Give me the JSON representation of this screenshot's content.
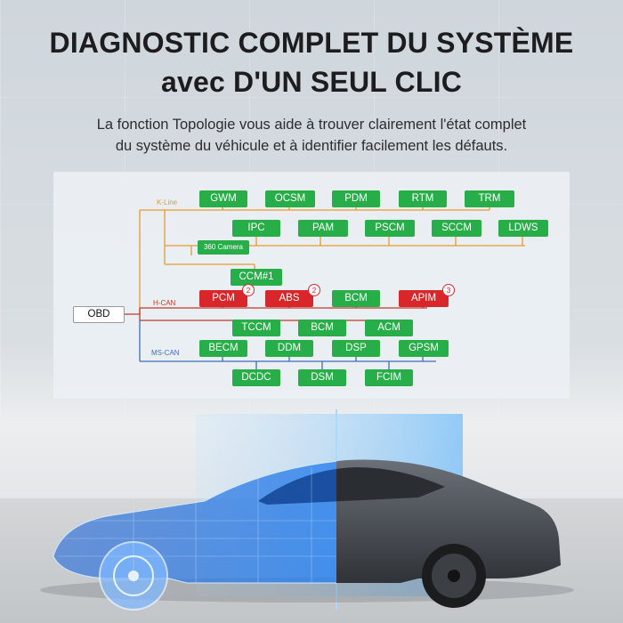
{
  "header": {
    "title_line1": "DIAGNOSTIC COMPLET DU SYSTÈME",
    "title_line2": "avec D'UN SEUL CLIC",
    "subtitle_line1": "La fonction Topologie vous aide à trouver clairement l'état complet",
    "subtitle_line2": "du système du véhicule et à identifier facilement les défauts."
  },
  "topology": {
    "root": "OBD",
    "buses": {
      "kline": "K-Line",
      "hcan": "H-CAN",
      "mscan": "MS-CAN"
    },
    "colors": {
      "kline": "#e59a2c",
      "hcan": "#c0392b",
      "mscan": "#3d6fb6",
      "ok": "#27ae48",
      "fault": "#d9262a"
    },
    "kline_row1": [
      "GWM",
      "OCSM",
      "PDM",
      "RTM",
      "TRM"
    ],
    "kline_row2": [
      "IPC",
      "PAM",
      "PSCM",
      "SCCM",
      "LDWS"
    ],
    "kline_extra": [
      "360 Camera",
      "CCM#1"
    ],
    "hcan_row1": [
      {
        "label": "PCM",
        "fault": true,
        "count": "2"
      },
      {
        "label": "ABS",
        "fault": true,
        "count": "2"
      },
      {
        "label": "BCM",
        "fault": false,
        "count": ""
      },
      {
        "label": "APIM",
        "fault": true,
        "count": "3"
      }
    ],
    "hcan_row2": [
      "TCCM",
      "BCM",
      "ACM"
    ],
    "mscan_row1": [
      "BECM",
      "DDM",
      "DSP",
      "GPSM"
    ],
    "mscan_row2": [
      "DCDC",
      "DSM",
      "FCIM"
    ]
  }
}
